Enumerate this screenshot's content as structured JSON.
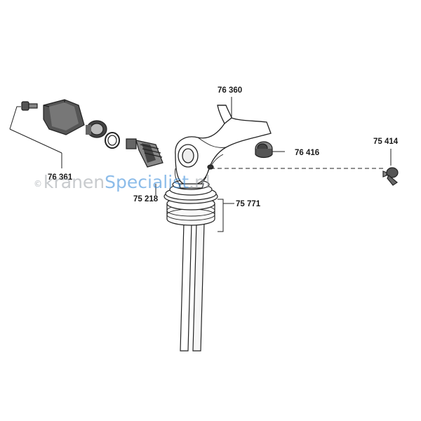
{
  "diagram": {
    "labels": {
      "spout_body": "76 360",
      "handle_assembly": "76 361",
      "aerator": "76 416",
      "set_screw": "75 414",
      "cartridge": "75 218",
      "mounting_set": "75 771"
    }
  },
  "watermark": {
    "copyright": "©",
    "part1": "kranen",
    "part2": "Specialist",
    "part3": ".nl",
    "colors": {
      "grey": "#9aa0a6",
      "blue": "#2f86d8"
    }
  },
  "colors": {
    "line": "#222222",
    "fill_light": "#f2f2f2",
    "fill_dark": "#555555"
  }
}
